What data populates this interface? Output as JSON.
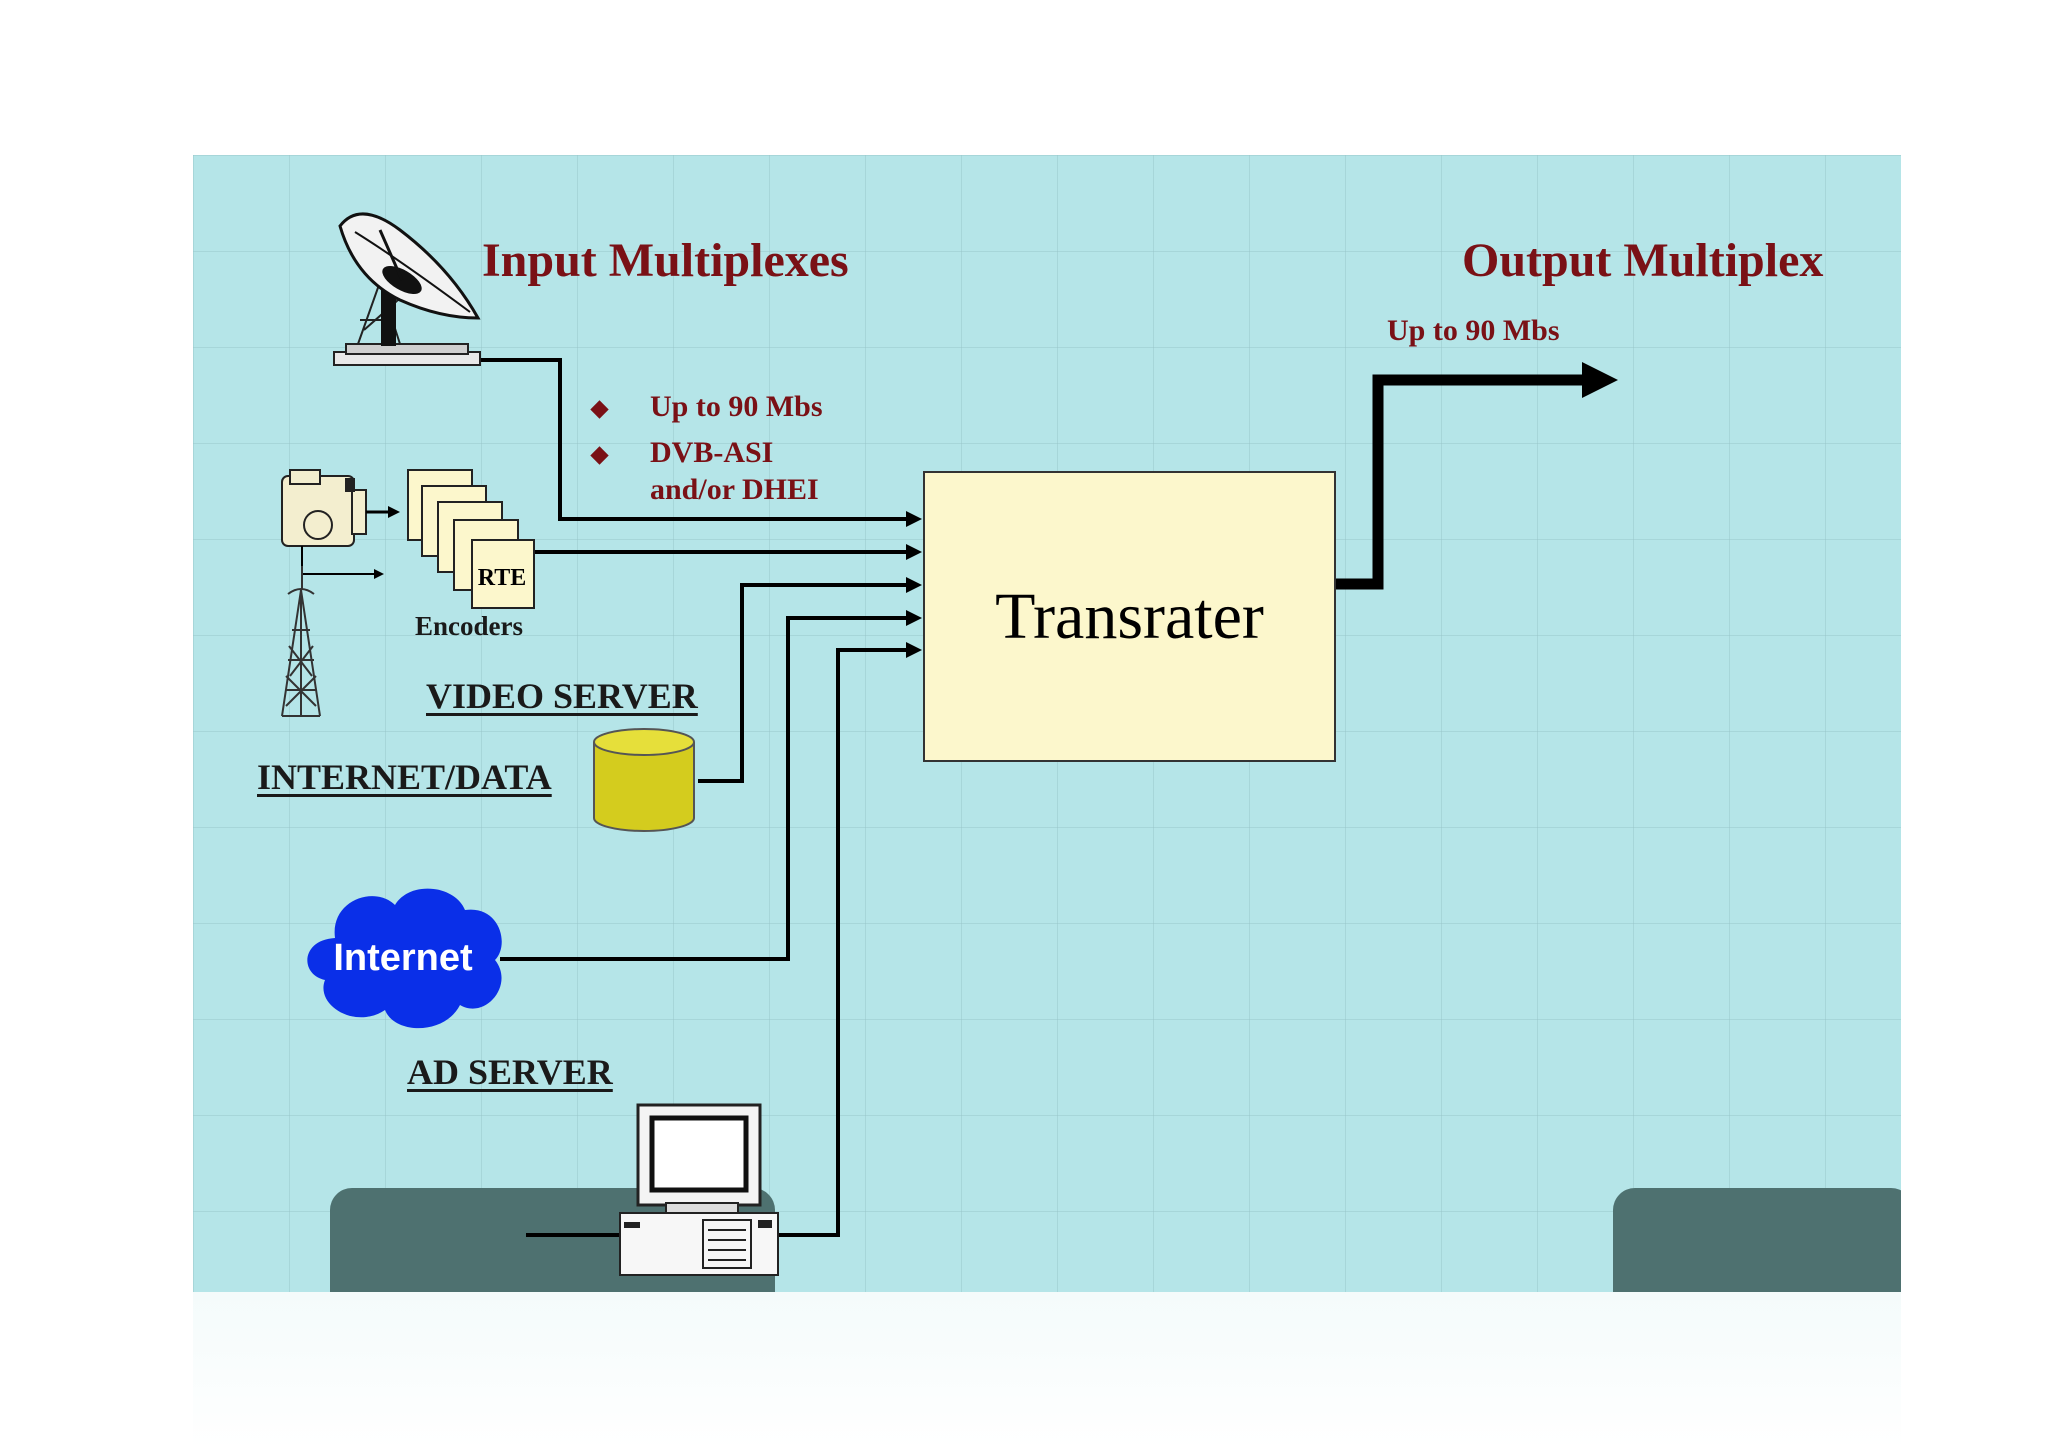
{
  "diagram": {
    "input_heading": "Input Multiplexes",
    "output_heading": "Output Multiplex",
    "output_rate": "Up to 90 Mbs",
    "input_bullets": [
      "Up to 90 Mbs",
      "DVB-ASI",
      "and/or DHEI"
    ],
    "encoder_box_label": "RTE",
    "encoders_label": "Encoders",
    "video_server_label": "VIDEO SERVER",
    "internet_data_label": "INTERNET/DATA",
    "internet_cloud_label": "Internet",
    "ad_server_label": "AD SERVER",
    "transrater_label": "Transrater"
  },
  "colors": {
    "background": "#b5e5e8",
    "heading_text": "#7a1116",
    "transrater_fill": "#fcf7cc",
    "database_fill": "#d4cc1e",
    "cloud_fill": "#0a2fe8",
    "dark_tab": "#4e7170"
  },
  "icons": [
    "satellite-dish-icon",
    "video-camera-icon",
    "radio-tower-icon",
    "database-icon",
    "cloud-icon",
    "computer-icon"
  ]
}
